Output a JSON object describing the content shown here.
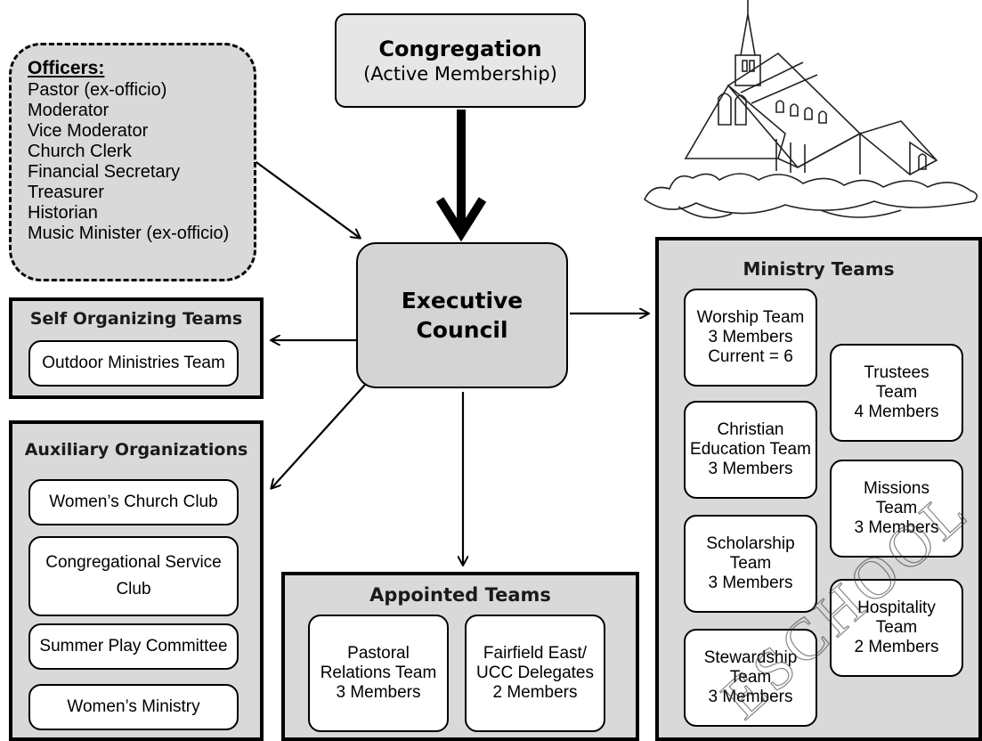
{
  "congregation": {
    "title": "Congregation",
    "subtitle": "(Active Membership)"
  },
  "officers": {
    "heading": "Officers:",
    "items": [
      "Pastor (ex-officio)",
      "Moderator",
      "Vice Moderator",
      "Church Clerk",
      "Financial Secretary",
      "Treasurer",
      "Historian",
      "Music Minister (ex-officio)"
    ]
  },
  "executive_council": {
    "line1": "Executive",
    "line2": "Council"
  },
  "self_organizing": {
    "title": "Self Organizing Teams",
    "teams": [
      "Outdoor Ministries Team"
    ]
  },
  "auxiliary": {
    "title": "Auxiliary Organizations",
    "items": [
      "Women’s Church Club",
      "Congregational Service\nClub",
      "Summer Play Committee",
      "Women’s Ministry"
    ]
  },
  "appointed": {
    "title": "Appointed Teams",
    "teams": [
      "Pastoral\nRelations Team\n3 Members",
      "Fairfield East/\nUCC Delegates\n2 Members"
    ]
  },
  "ministry": {
    "title": "Ministry Teams",
    "left_column": [
      "Worship Team\n3 Members\nCurrent = 6",
      "Christian\nEducation Team\n3 Members",
      "Scholarship\nTeam\n3 Members",
      "Stewardship\nTeam\n3 Members"
    ],
    "right_column": [
      "Trustees\nTeam\n4 Members",
      "Missions\nTeam\n3 Members",
      "Hospitality\nTeam\n2 Members"
    ]
  },
  "watermark_text": "ESCHOOL",
  "colors": {
    "panel_fill": "#d9d9d9",
    "box_stroke": "#000000",
    "card_fill": "#ffffff"
  }
}
